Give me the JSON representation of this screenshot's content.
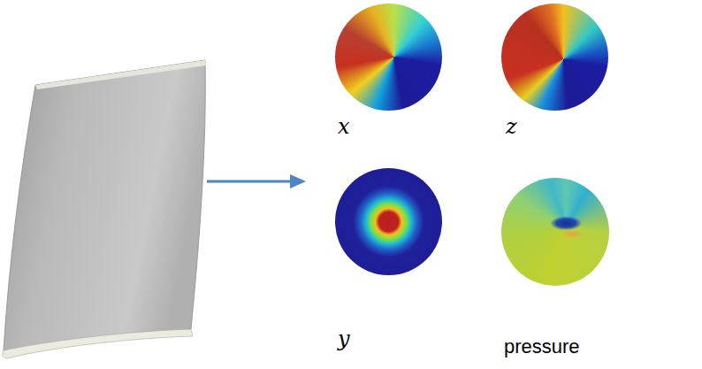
{
  "diagram": {
    "labels": [
      "x",
      "z",
      "y",
      "pressure"
    ]
  }
}
